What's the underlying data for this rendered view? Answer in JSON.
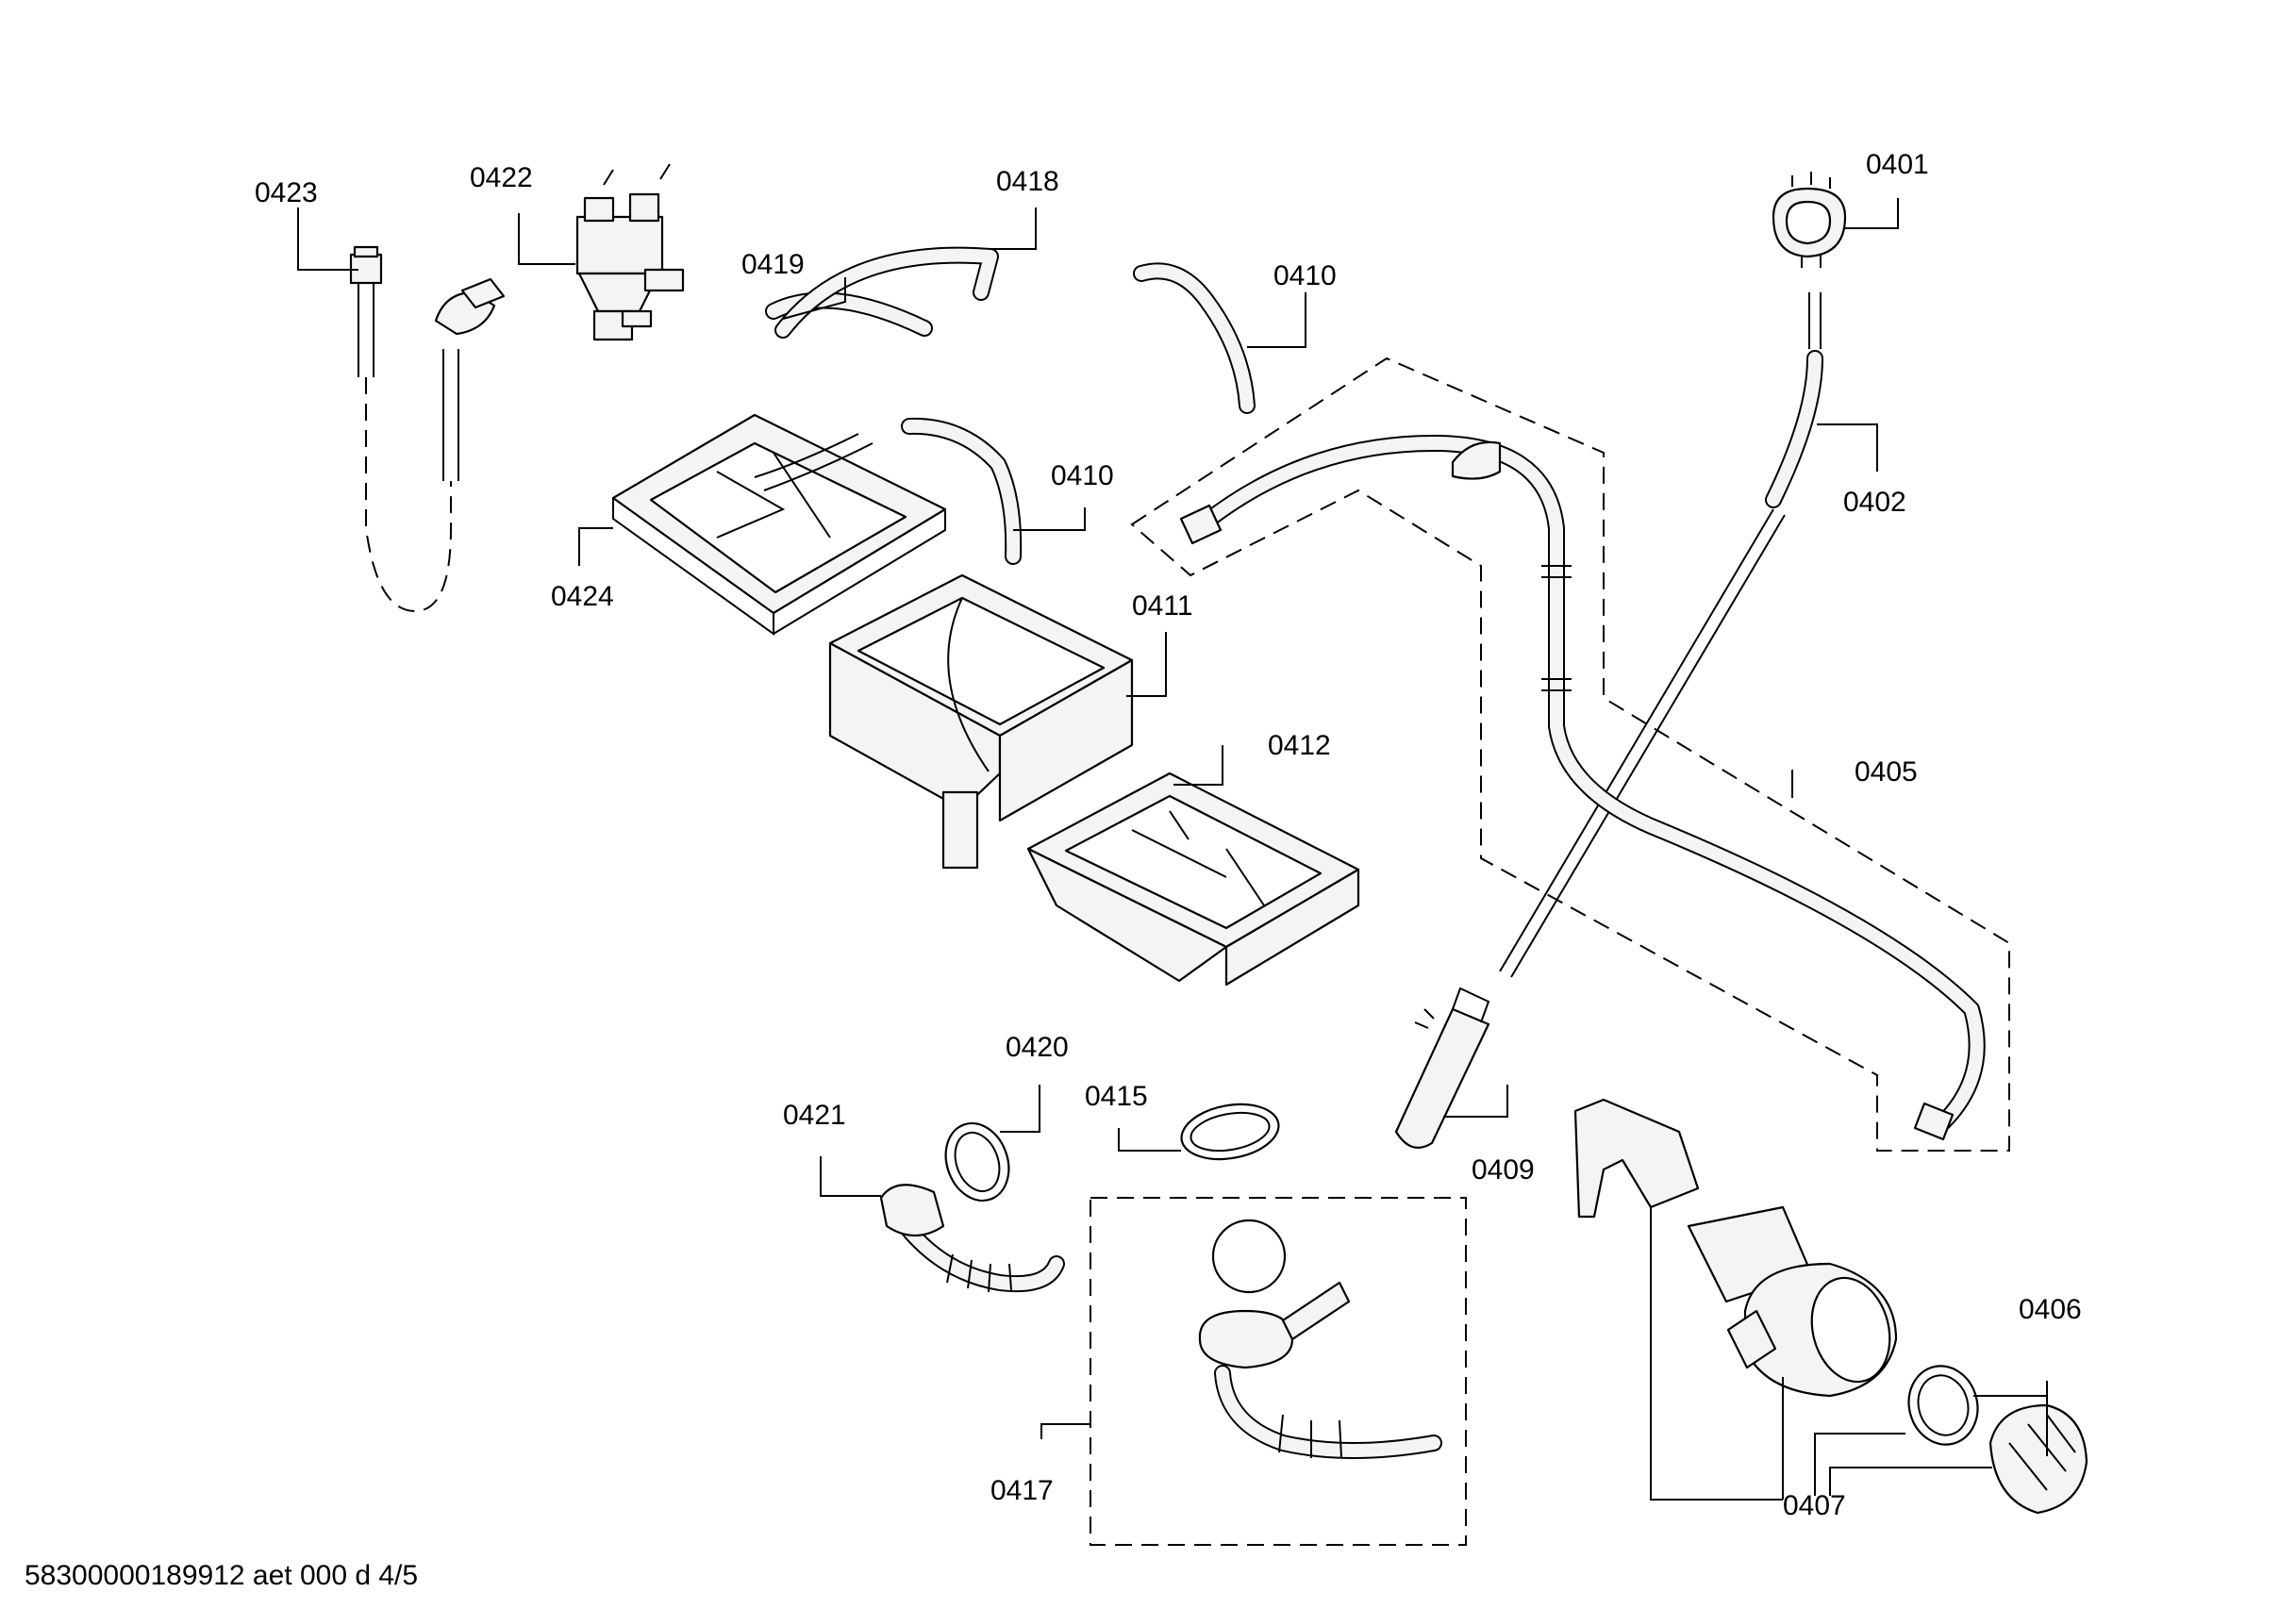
{
  "labels": {
    "p0401": "0401",
    "p0402": "0402",
    "p0405": "0405",
    "p0406": "0406",
    "p0407": "0407",
    "p0409": "0409",
    "p0410a": "0410",
    "p0410b": "0410",
    "p0411": "0411",
    "p0412": "0412",
    "p0415": "0415",
    "p0417": "0417",
    "p0418": "0418",
    "p0419": "0419",
    "p0420": "0420",
    "p0421": "0421",
    "p0422": "0422",
    "p0423": "0423",
    "p0424": "0424"
  },
  "footer": {
    "code": "58300000189912 aet 000 d 4/5"
  }
}
